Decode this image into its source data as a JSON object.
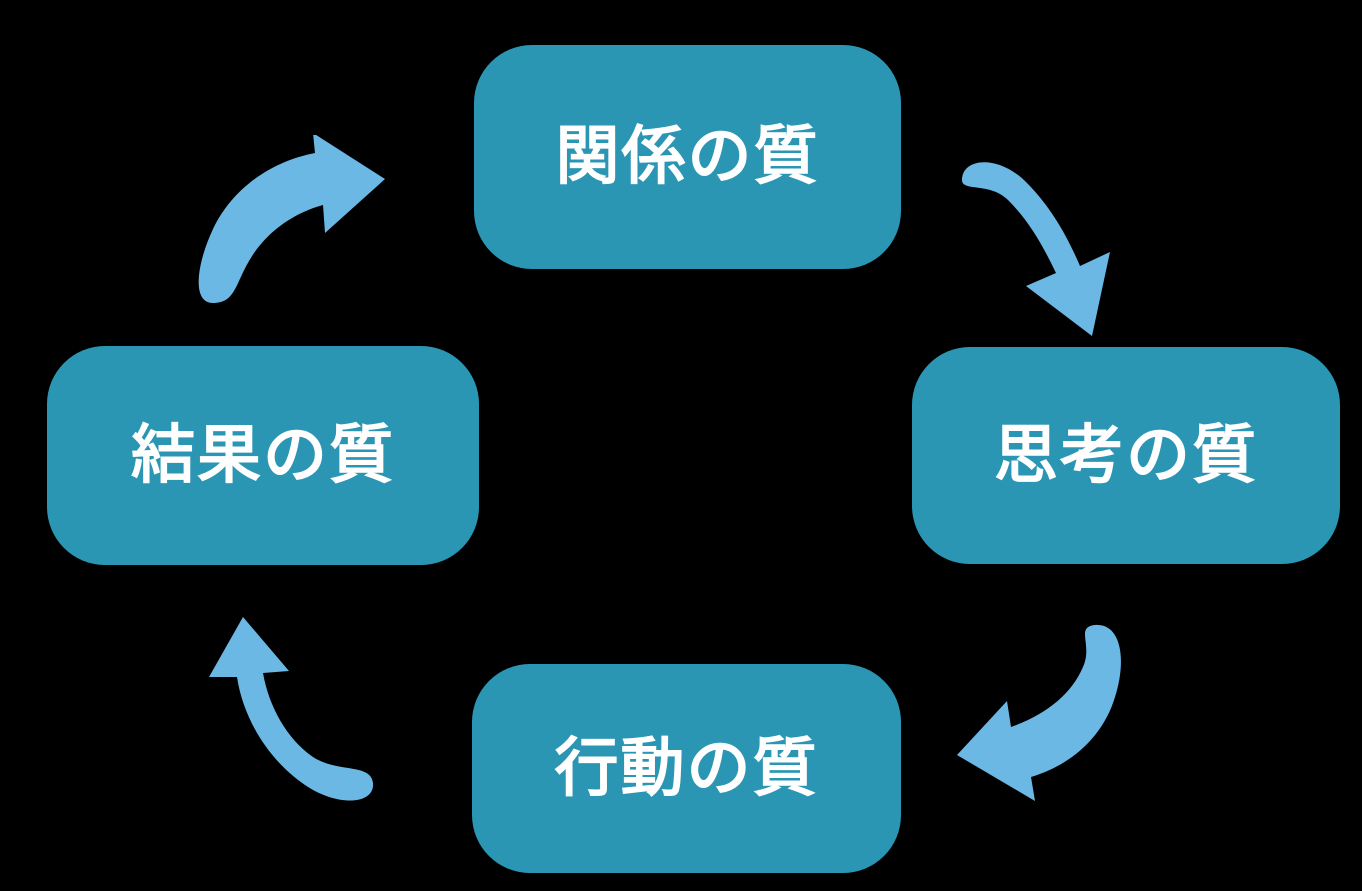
{
  "diagram": {
    "type": "cycle",
    "direction": "clockwise",
    "background_color": "#000000",
    "node_color": "#2a96b4",
    "node_text_color": "#ffffff",
    "arrow_color": "#6cb8e5",
    "nodes": [
      {
        "id": "relationship",
        "label": "関係の質",
        "position": "top"
      },
      {
        "id": "thinking",
        "label": "思考の質",
        "position": "right"
      },
      {
        "id": "action",
        "label": "行動の質",
        "position": "bottom"
      },
      {
        "id": "result",
        "label": "結果の質",
        "position": "left"
      }
    ],
    "arrows": [
      {
        "id": "top-right",
        "from": "relationship",
        "to": "thinking",
        "icon": "curved-arrow-down-right-icon"
      },
      {
        "id": "bottom-right",
        "from": "thinking",
        "to": "action",
        "icon": "curved-arrow-down-left-icon"
      },
      {
        "id": "bottom-left",
        "from": "action",
        "to": "result",
        "icon": "curved-arrow-up-left-icon"
      },
      {
        "id": "top-left",
        "from": "result",
        "to": "relationship",
        "icon": "curved-arrow-up-right-icon"
      }
    ]
  }
}
